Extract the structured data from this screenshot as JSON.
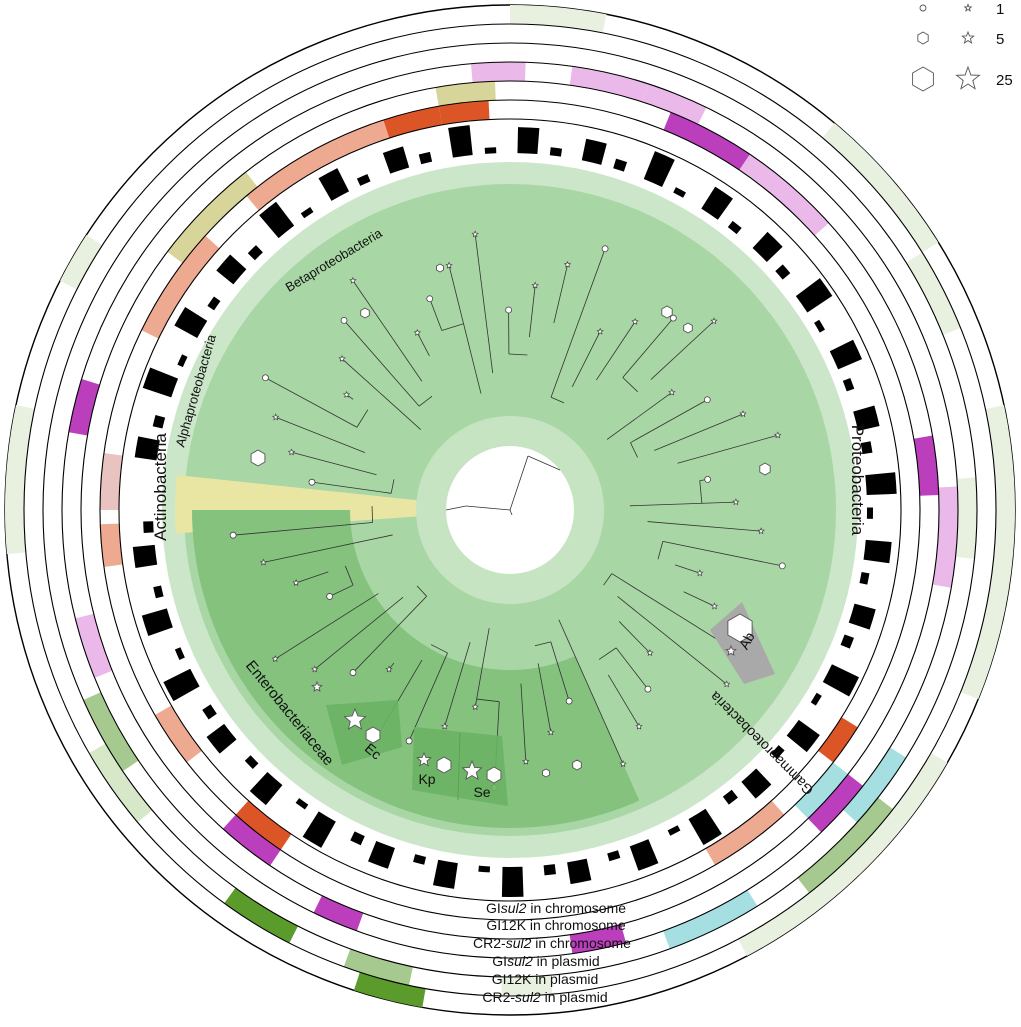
{
  "colors": {
    "proteo_outer": "#cbe6c9",
    "proteo_mid": "#a8d6a4",
    "proteo_core": "#c6e4c2",
    "entero": "#84c27e",
    "highlight_green": "#6ab364",
    "actino": "#e9e6a4",
    "ab_box": "#a9a9a9",
    "gi_sul2_chr": "#dc5526",
    "gi12k_chr_light": "#eeaa90",
    "cr2_chr": "#bb3fbc",
    "cr2_chr_light": "#eab9ea",
    "gi_sul2_plasmid": "#a5dfe2",
    "gi12k_plasmid": "#a5c98f",
    "cr2_plasmid": "#5a9b2c",
    "olive": "#d8d59a"
  },
  "legend": {
    "entries": [
      {
        "label": "1"
      },
      {
        "label": "5"
      },
      {
        "label": "25"
      }
    ]
  },
  "clades": {
    "proteobacteria": "Proteobacteria",
    "betaproteobacteria": "Betaproteobacteria",
    "alphaproteobacteria": "Alphaproteobacteria",
    "actinobacteria": "Actinobacteria",
    "enterobacteriaceae": "Enterobacteriaceae",
    "gammaproteobacteria": "Gammaproteobacteria"
  },
  "taxa": {
    "ec": "Ec",
    "kp": "Kp",
    "se": "Se",
    "ab": "Ab"
  },
  "rings": {
    "r1": {
      "prefix": "GI",
      "italic": "sul2",
      "suffix": " in  chromosome"
    },
    "r2": {
      "prefix": "GI12K  in  chromosome",
      "italic": "",
      "suffix": ""
    },
    "r3": {
      "prefix": "CR2-",
      "italic": "sul2",
      "suffix": " in  chromosome"
    },
    "r4": {
      "prefix": "GI",
      "italic": "sul2",
      "suffix": " in  plasmid"
    },
    "r5": {
      "prefix": "GI12K  in  plasmid",
      "italic": "",
      "suffix": ""
    },
    "r6": {
      "prefix": "CR2-",
      "italic": "sul2",
      "suffix": " in  plasmid"
    }
  }
}
